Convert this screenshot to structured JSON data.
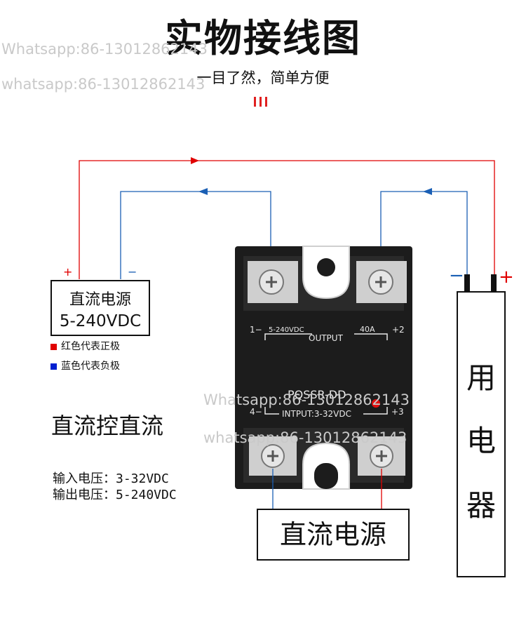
{
  "header": {
    "title": "实物接线图",
    "subtitle": "一目了然，简单方便"
  },
  "watermarks": {
    "top_line1": "Whatsapp:86-13012862143",
    "top_line2": "whatsapp:86-13012862143",
    "mid_line1": "Whatsapp:86-13012862143",
    "mid_line2": "whatsapp:86-13012862143"
  },
  "left_source": {
    "line1": "直流电源",
    "line2": "5-240VDC",
    "plus": "+",
    "minus": "−"
  },
  "legend": [
    {
      "color": "#e00000",
      "text": "红色代表正极"
    },
    {
      "color": "#0020d0",
      "text": "蓝色代表负极"
    }
  ],
  "heading": "直流控直流",
  "specs": {
    "input": "输入电压：3-32VDC",
    "output": "输出电压：5-240VDC"
  },
  "load": {
    "chars": [
      "用",
      "电",
      "器"
    ],
    "minus": "−",
    "plus": "+"
  },
  "bottom_source": {
    "label": "直流电源"
  },
  "relay": {
    "t1": "1−",
    "t2": "+2",
    "t3": "+3",
    "t4": "4−",
    "range_out": "5-240VDC",
    "output": "OUTPUT",
    "amp": "40A",
    "model": "PQSSR-DD",
    "input": "INTPUT:3-32VDC"
  },
  "colors": {
    "positive": "#e00000",
    "negative": "#1a5fb4",
    "relay_body": "#1c1c1c"
  }
}
